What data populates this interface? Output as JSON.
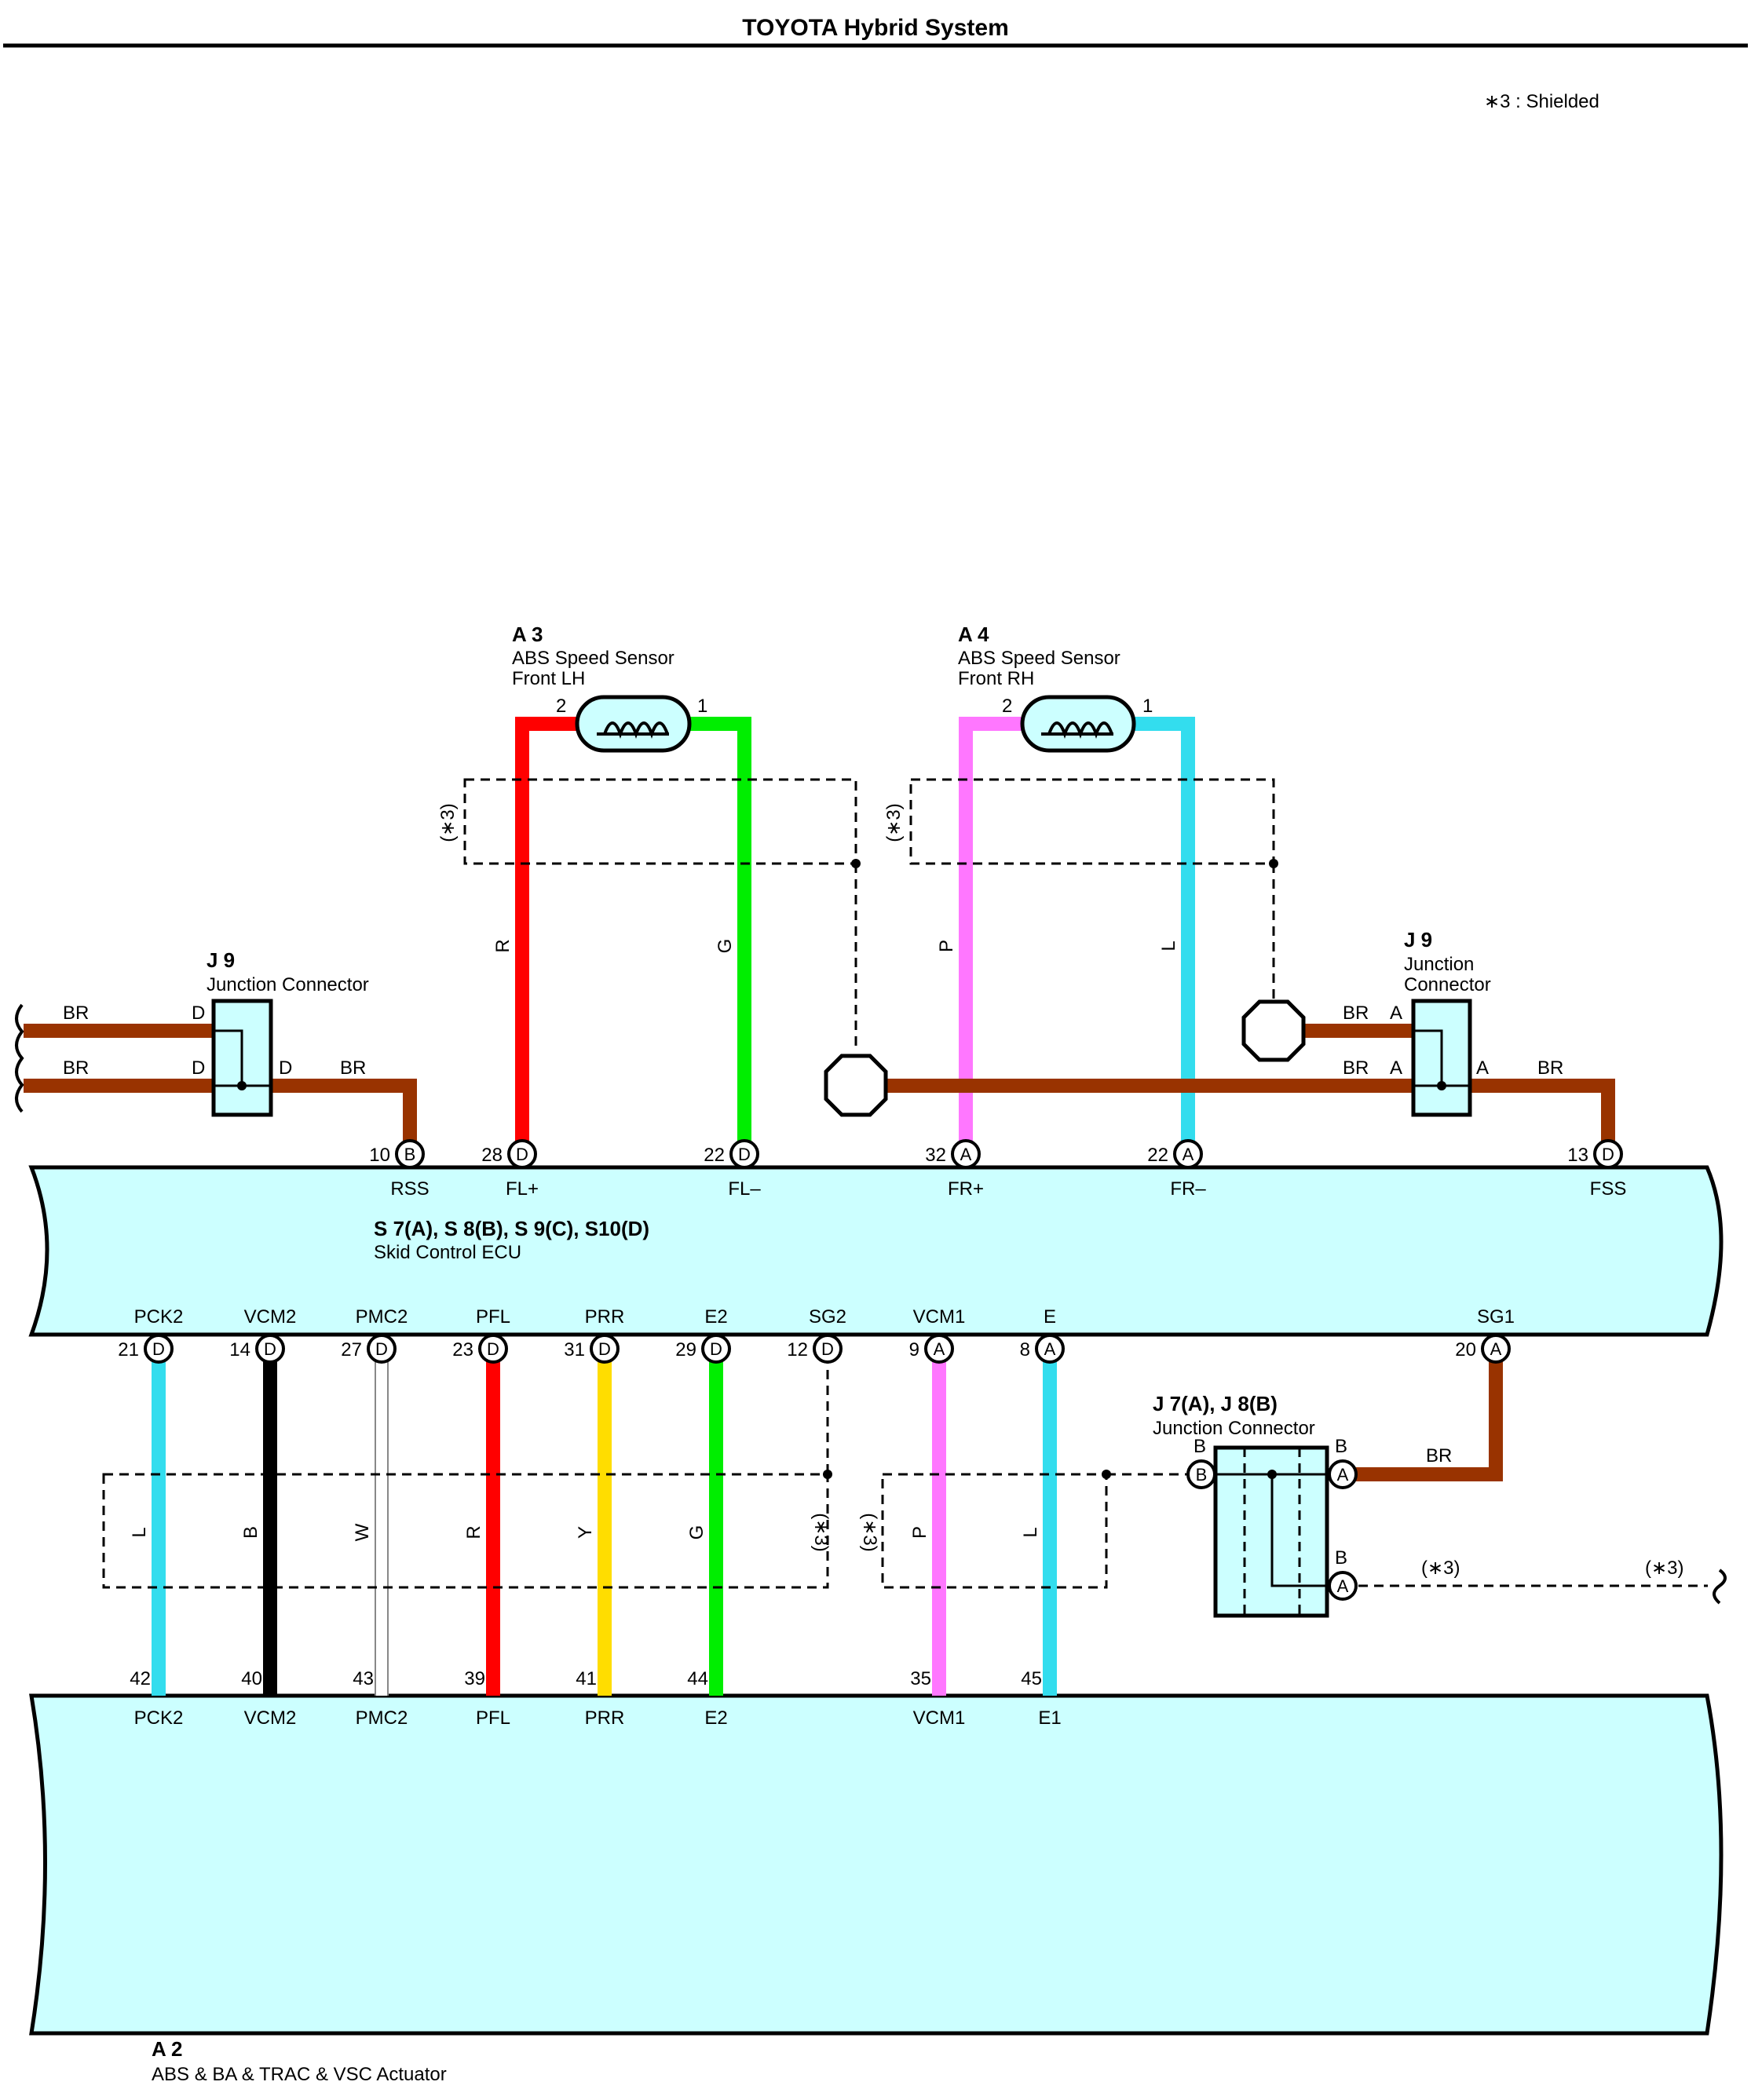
{
  "header": {
    "title": "TOYOTA Hybrid System",
    "legend_note": "∗3 : Shielded"
  },
  "colors": {
    "ecu_fill": "#ccffff",
    "BR": "#993300",
    "R": "#ff0000",
    "G": "#00ee00",
    "P": "#ff77ff",
    "L": "#33ddee",
    "B": "#000000",
    "W": "#ffffff",
    "Y": "#ffdd00"
  },
  "shield_label": "(∗3)",
  "sensor_lh": {
    "id": "A 3",
    "name1": "ABS Speed Sensor",
    "name2": "Front LH",
    "pin_left": "2",
    "pin_right": "1",
    "wire_left": "R",
    "wire_right": "G"
  },
  "sensor_rh": {
    "id": "A 4",
    "name1": "ABS Speed Sensor",
    "name2": "Front RH",
    "pin_left": "2",
    "pin_right": "1",
    "wire_left": "P",
    "wire_right": "L"
  },
  "j9_left": {
    "id": "J 9",
    "name": "Junction Connector",
    "pin_in1": "D",
    "pin_in2": "D",
    "pin_out": "D",
    "wire": "BR"
  },
  "j9_right": {
    "id": "J 9",
    "name1": "Junction",
    "name2": "Connector",
    "pin_in1": "A",
    "pin_in2": "A",
    "pin_out": "A",
    "wire": "BR"
  },
  "ecu": {
    "name1": "S 7(A), S 8(B), S 9(C), S10(D)",
    "name2": "Skid Control ECU",
    "top_pins": [
      {
        "num": "10",
        "conn": "B",
        "sig": "RSS"
      },
      {
        "num": "28",
        "conn": "D",
        "sig": "FL+"
      },
      {
        "num": "22",
        "conn": "D",
        "sig": "FL–"
      },
      {
        "num": "32",
        "conn": "A",
        "sig": "FR+"
      },
      {
        "num": "22",
        "conn": "A",
        "sig": "FR–"
      },
      {
        "num": "13",
        "conn": "D",
        "sig": "FSS"
      }
    ],
    "bottom_pins": [
      {
        "num": "21",
        "conn": "D",
        "sig": "PCK2",
        "wire": "L"
      },
      {
        "num": "14",
        "conn": "D",
        "sig": "VCM2",
        "wire": "B"
      },
      {
        "num": "27",
        "conn": "D",
        "sig": "PMC2",
        "wire": "W"
      },
      {
        "num": "23",
        "conn": "D",
        "sig": "PFL",
        "wire": "R"
      },
      {
        "num": "31",
        "conn": "D",
        "sig": "PRR",
        "wire": "Y"
      },
      {
        "num": "29",
        "conn": "D",
        "sig": "E2",
        "wire": "G"
      },
      {
        "num": "12",
        "conn": "D",
        "sig": "SG2",
        "wire": ""
      },
      {
        "num": "9",
        "conn": "A",
        "sig": "VCM1",
        "wire": "P"
      },
      {
        "num": "8",
        "conn": "A",
        "sig": "E",
        "wire": "L"
      },
      {
        "num": "20",
        "conn": "A",
        "sig": "SG1",
        "wire": "BR"
      }
    ]
  },
  "junction_j7j8": {
    "id": "J 7(A), J 8(B)",
    "name": "Junction Connector",
    "pin_b_in": "B",
    "pin_b_conn": "B",
    "pin_a1": "B",
    "pin_a1_conn": "A",
    "pin_a2": "B",
    "pin_a2_conn": "A",
    "wire": "BR"
  },
  "actuator": {
    "id": "A 2",
    "name": "ABS & BA & TRAC & VSC Actuator",
    "pins": [
      {
        "num": "42",
        "sig": "PCK2"
      },
      {
        "num": "40",
        "sig": "VCM2"
      },
      {
        "num": "43",
        "sig": "PMC2"
      },
      {
        "num": "39",
        "sig": "PFL"
      },
      {
        "num": "41",
        "sig": "PRR"
      },
      {
        "num": "44",
        "sig": "E2"
      },
      {
        "num": "35",
        "sig": "VCM1"
      },
      {
        "num": "45",
        "sig": "E1"
      }
    ]
  }
}
